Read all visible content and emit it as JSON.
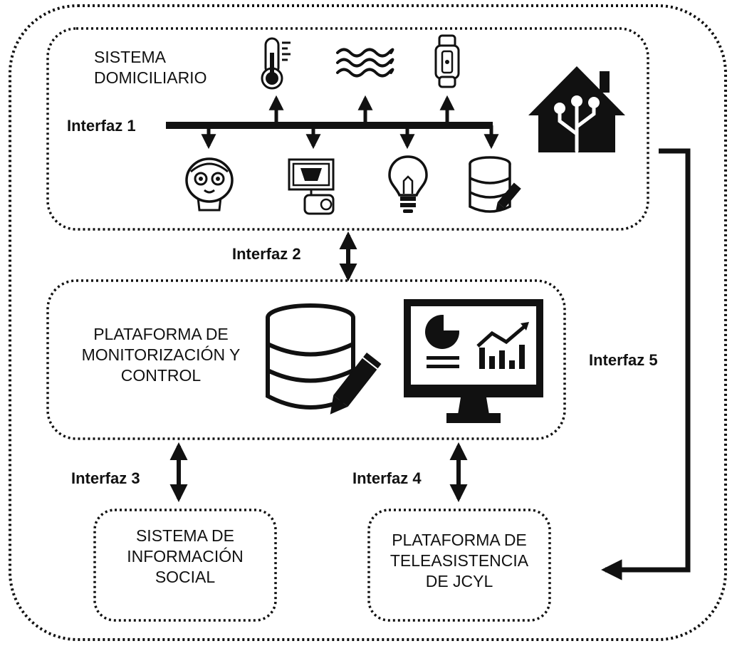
{
  "home_system": {
    "title_lines": [
      "SISTEMA",
      "DOMICILIARIO"
    ]
  },
  "monitoring_platform": {
    "title_lines": [
      "PLATAFORMA DE",
      "MONITORIZACIÓN Y",
      "CONTROL"
    ]
  },
  "social_info_system": {
    "title_lines": [
      "SISTEMA DE",
      "INFORMACIÓN",
      "SOCIAL"
    ]
  },
  "telecare_platform": {
    "title_lines": [
      "PLATAFORMA DE",
      "TELEASISTENCIA",
      "DE JCYL"
    ]
  },
  "interfaces": {
    "i1": "Interfaz 1",
    "i2": "Interfaz 2",
    "i3": "Interfaz 3",
    "i4": "Interfaz 4",
    "i5": "Interfaz 5"
  },
  "sensor_icons": [
    "thermometer-icon",
    "water-waves-icon",
    "wearable-band-icon"
  ],
  "actuator_icons": [
    "robot-icon",
    "motion-floodlight-icon",
    "light-bulb-icon",
    "database-edit-icon"
  ],
  "colors": {
    "line": "#111111",
    "background": "#ffffff"
  }
}
